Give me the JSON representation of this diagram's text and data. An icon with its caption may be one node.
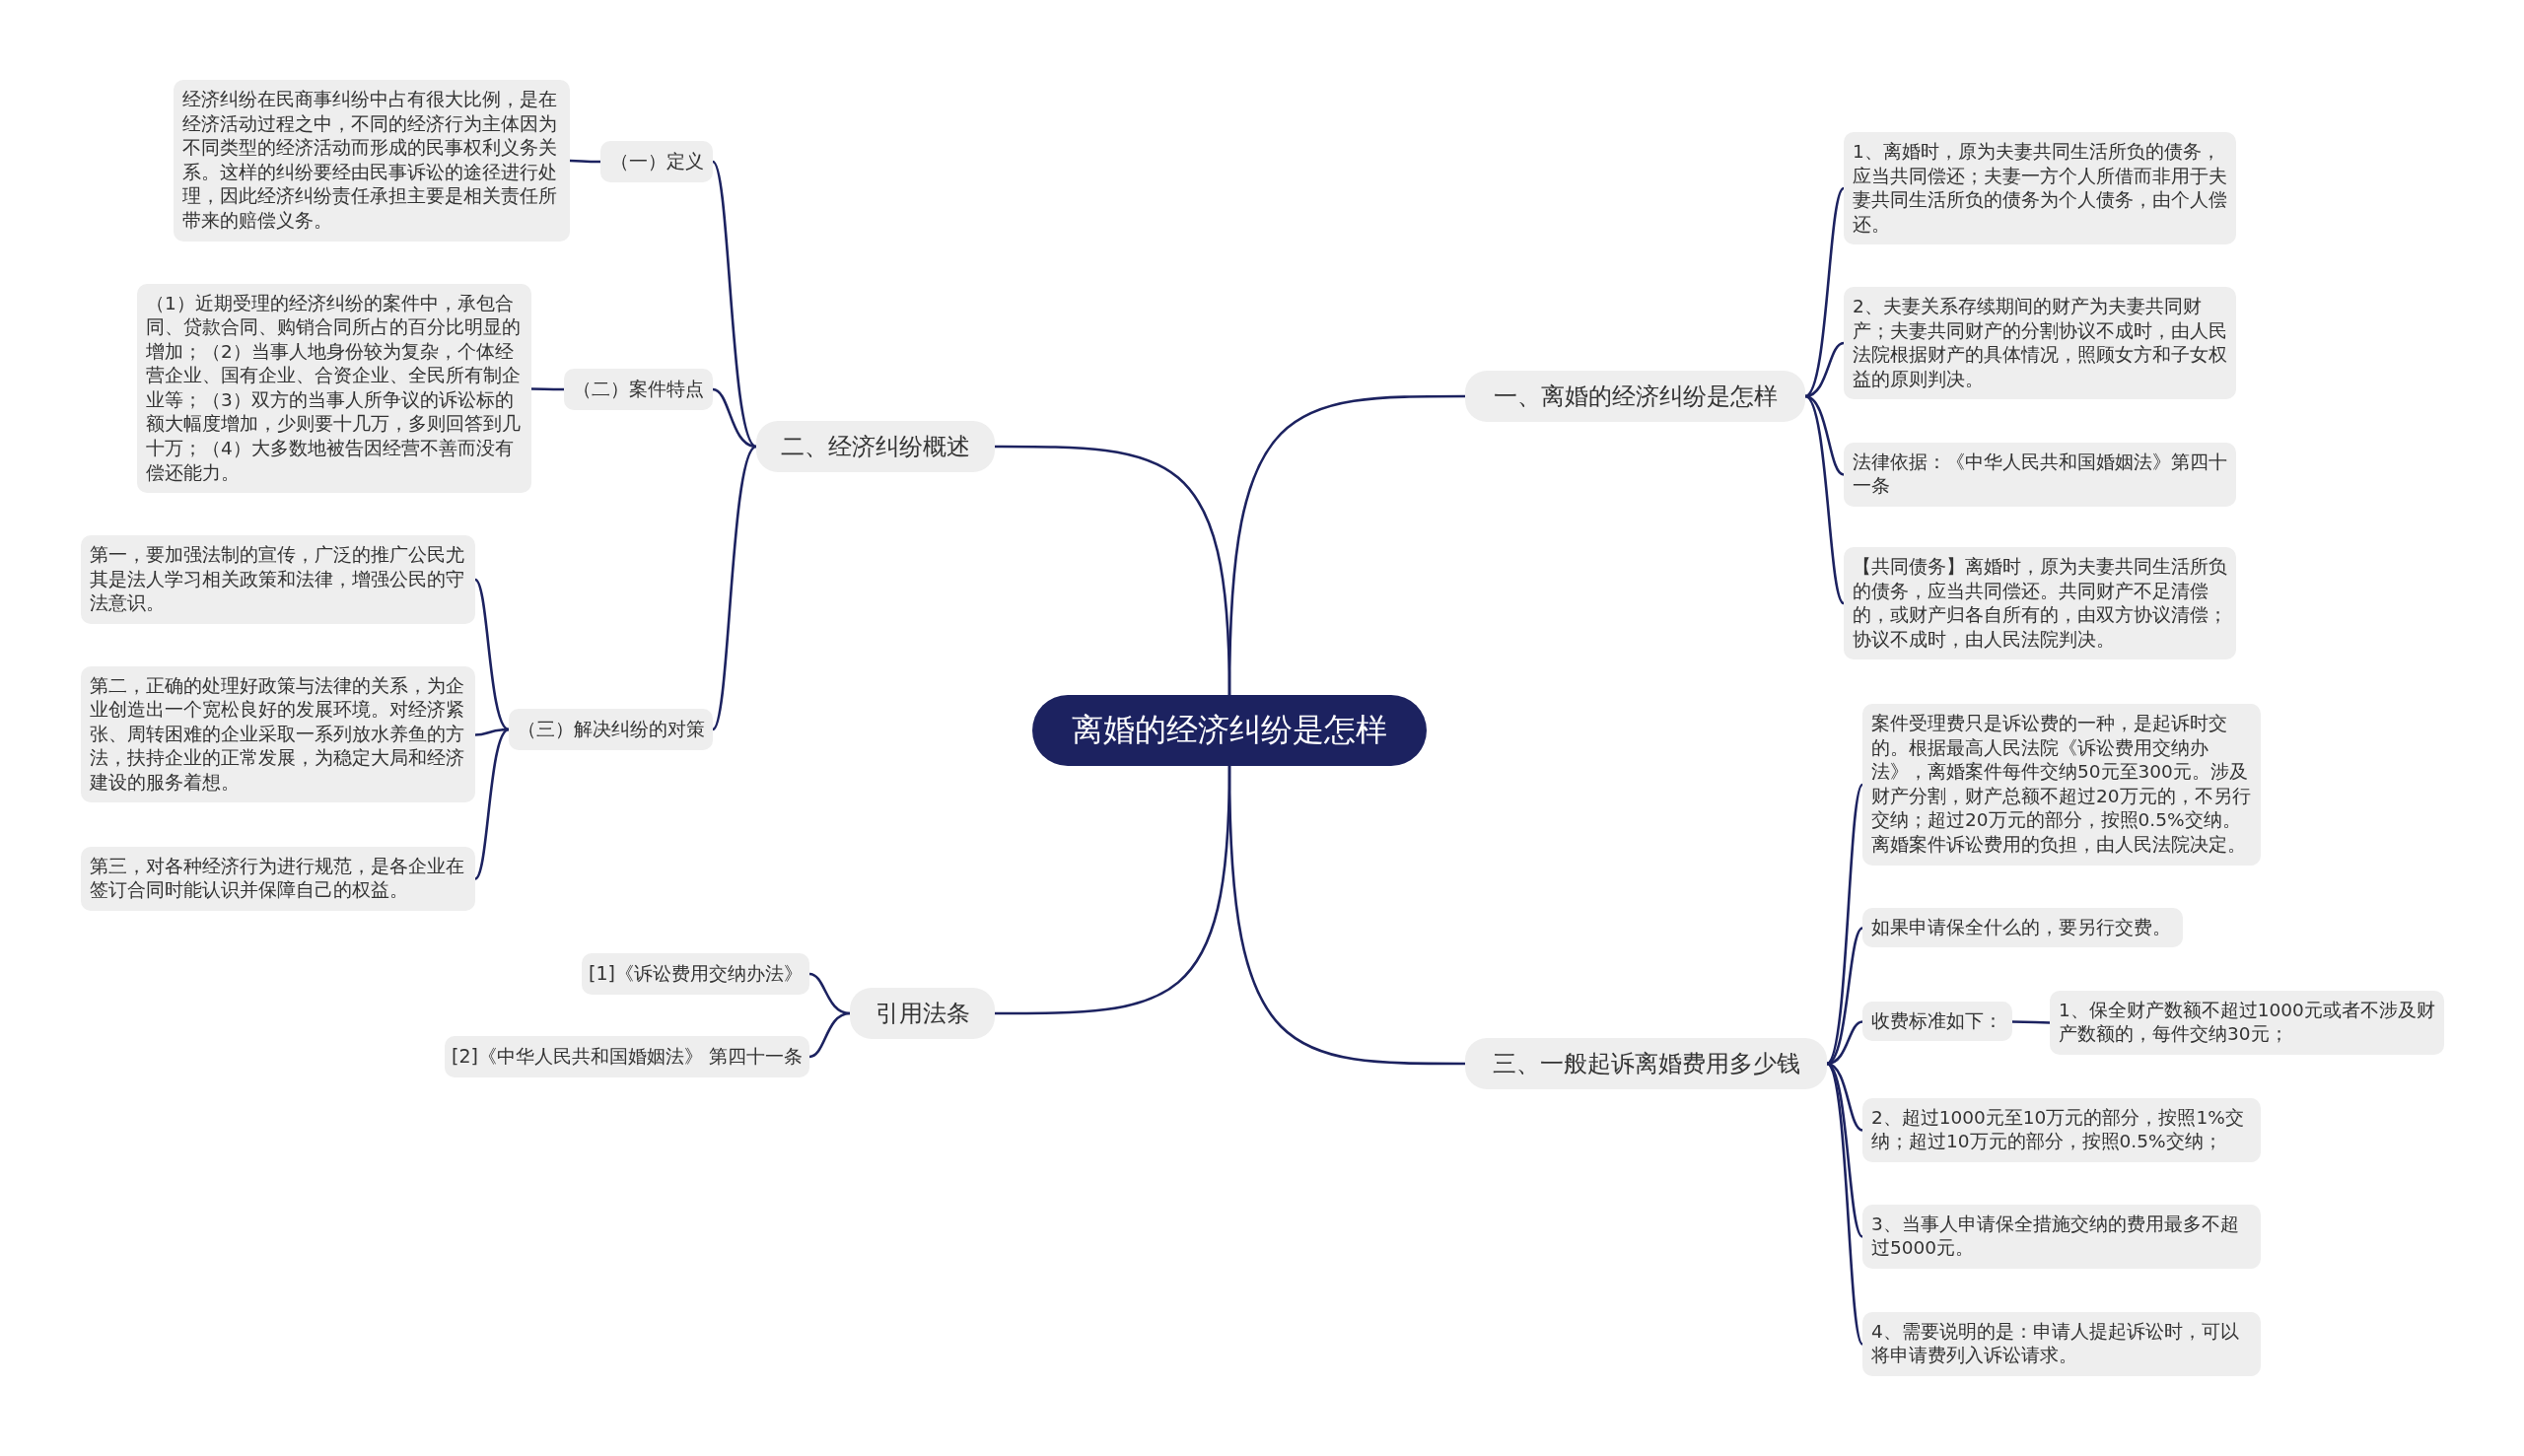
{
  "diagram": {
    "nodes": [
      {
        "text": [
          "离婚的经济纠纷是怎样"
        ]
      },
      {
        "text": [
          "一、离婚的经济纠纷是怎样"
        ]
      },
      {
        "text": [
          "1、离婚时，原为夫妻共同生活所负的债务，应当共同偿还；夫妻一方个人所借而非用于夫妻共同生活所负的债务为个人债务，由个人偿还。"
        ]
      },
      {
        "text": [
          "2、夫妻关系存续期间的财产为夫妻共同财产；夫妻共同财产的分割协议不成时，由人民法院根据财产的具体情况，照顾女方和子女权益的原则判决。"
        ]
      },
      {
        "text": [
          "法律依据：《中华人民共和国婚姻法》第四十一条"
        ]
      },
      {
        "text": [
          "【共同债务】离婚时，原为夫妻共同生活所负的债务，应当共同偿还。共同财产不足清偿的，或财产归各自所有的，由双方协议清偿；协议不成时，由人民法院判决。"
        ]
      },
      {
        "text": [
          "二、经济纠纷概述"
        ]
      },
      {
        "text": [
          "（一）定义"
        ]
      },
      {
        "text": [
          "经济纠纷在民商事纠纷中占有很大比例，是在经济活动过程之中，不同的经济行为主体因为不同类型的经济活动而形成的民事权利义务关系。这样的纠纷要经由民事诉讼的途径进行处理，因此经济纠纷责任承担主要是相关责任所带来的赔偿义务。"
        ]
      },
      {
        "text": [
          "（二）案件特点"
        ]
      },
      {
        "text": [
          "（1）近期受理的经济纠纷的案件中，承包合同、贷款合同、购销合同所占的百分比明显的增加；（2）当事人地身份较为复杂，个体经营企业、国有企业、合资企业、全民所有制企业等；（3）双方的当事人所争议的诉讼标的额大幅度增加，少则要十几万，多则回答到几十万；（4）大多数地被告因经营不善而没有偿还能力。"
        ]
      },
      {
        "text": [
          "（三）解决纠纷的对策"
        ]
      },
      {
        "text": [
          "第一，要加强法制的宣传，广泛的推广公民尤其是法人学习相关政策和法律，增强公民的守法意识。"
        ]
      },
      {
        "text": [
          "第二，正确的处理好政策与法律的关系，为企业创造出一个宽松良好的发展环境。对经济紧张、周转困难的企业采取一系列放水养鱼的方法，扶持企业的正常发展，为稳定大局和经济建设的服务着想。"
        ]
      },
      {
        "text": [
          "第三，对各种经济行为进行规范，是各企业在签订合同时能认识并保障自己的权益。"
        ]
      },
      {
        "text": [
          "引用法条"
        ]
      },
      {
        "text": [
          "[1]《诉讼费用交纳办法》"
        ]
      },
      {
        "text": [
          "[2]《中华人民共和国婚姻法》 第四十一条"
        ]
      },
      {
        "text": [
          "三、一般起诉离婚费用多少钱"
        ]
      },
      {
        "text": [
          "案件受理费只是诉讼费的一种，是起诉时交的。根据最高人民法院《诉讼费用交纳办法》，离婚案件每件交纳50元至300元。涉及财产分割，财产总额不超过20万元的，不另行交纳；超过20万元的部分，按照0.5%交纳。离婚案件诉讼费用的负担，由人民法院决定。"
        ]
      },
      {
        "text": [
          "如果申请保全什么的，要另行交费。"
        ]
      },
      {
        "text": [
          "收费标准如下："
        ]
      },
      {
        "text": [
          "1、保全财产数额不超过1000元或者不涉及财产数额的，每件交纳30元；"
        ]
      },
      {
        "text": [
          "2、超过1000元至10万元的部分，按照1%交纳；超过10万元的部分，按照0.5%交纳；"
        ]
      },
      {
        "text": [
          "3、当事人申请保全措施交纳的费用最多不超过5000元。"
        ]
      },
      {
        "text": [
          "4、需要说明的是：申请人提起诉讼时，可以将申请费列入诉讼请求。"
        ]
      }
    ],
    "edges": [
      {
        "from": 0,
        "to": 1,
        "arrow": "none"
      },
      {
        "from": 1,
        "to": 2,
        "arrow": "none"
      },
      {
        "from": 1,
        "to": 3,
        "arrow": "none"
      },
      {
        "from": 1,
        "to": 4,
        "arrow": "none"
      },
      {
        "from": 1,
        "to": 5,
        "arrow": "none"
      },
      {
        "from": 0,
        "to": 6,
        "arrow": "none"
      },
      {
        "from": 6,
        "to": 7,
        "arrow": "none"
      },
      {
        "from": 7,
        "to": 8,
        "arrow": "none"
      },
      {
        "from": 6,
        "to": 9,
        "arrow": "none"
      },
      {
        "from": 9,
        "to": 10,
        "arrow": "none"
      },
      {
        "from": 6,
        "to": 11,
        "arrow": "none"
      },
      {
        "from": 11,
        "to": 12,
        "arrow": "none"
      },
      {
        "from": 11,
        "to": 13,
        "arrow": "none"
      },
      {
        "from": 11,
        "to": 14,
        "arrow": "none"
      },
      {
        "from": 0,
        "to": 15,
        "arrow": "none"
      },
      {
        "from": 15,
        "to": 16,
        "arrow": "none"
      },
      {
        "from": 15,
        "to": 17,
        "arrow": "none"
      },
      {
        "from": 0,
        "to": 18,
        "arrow": "none"
      },
      {
        "from": 18,
        "to": 19,
        "arrow": "none"
      },
      {
        "from": 18,
        "to": 20,
        "arrow": "none"
      },
      {
        "from": 18,
        "to": 21,
        "arrow": "none"
      },
      {
        "from": 21,
        "to": 22,
        "arrow": "none"
      },
      {
        "from": 18,
        "to": 23,
        "arrow": "none"
      },
      {
        "from": 18,
        "to": 24,
        "arrow": "none"
      },
      {
        "from": 18,
        "to": 25,
        "arrow": "none"
      }
    ]
  }
}
